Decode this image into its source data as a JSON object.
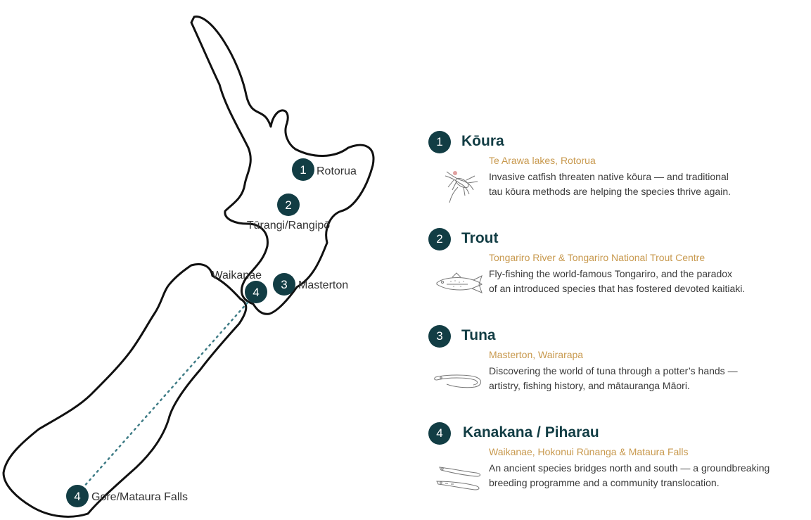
{
  "map": {
    "markers": [
      {
        "number": "1",
        "label": "Rotorua"
      },
      {
        "number": "2",
        "label": "Tūrangi/Rangipō"
      },
      {
        "number": "3",
        "label": "Masterton"
      },
      {
        "number": "4",
        "label": "Waikanae"
      },
      {
        "number": "4",
        "label": "Gore/Mataura Falls"
      }
    ]
  },
  "legend": [
    {
      "number": "1",
      "title": "Kōura",
      "subtitle": "Te Arawa lakes, Rotorua",
      "description_line1": "Invasive catfish threaten native kōura — and traditional",
      "description_line2": "tau kōura methods are helping the species thrive again.",
      "icon": "koura-crayfish-icon"
    },
    {
      "number": "2",
      "title": "Trout",
      "subtitle": "Tongariro River & Tongariro National Trout Centre",
      "description_line1": "Fly-fishing the world-famous Tongariro, and the paradox",
      "description_line2": "of an introduced species that has fostered devoted kaitiaki.",
      "icon": "trout-fish-icon"
    },
    {
      "number": "3",
      "title": "Tuna",
      "subtitle": "Masterton, Wairarapa",
      "description_line1": "Discovering the world of tuna through a potter’s hands —",
      "description_line2": "artistry, fishing history, and mātauranga Māori.",
      "icon": "tuna-eel-icon"
    },
    {
      "number": "4",
      "title": "Kanakana / Piharau",
      "subtitle": "Waikanae, Hokonui Rūnanga & Mataura Falls",
      "description_line1": "An ancient species bridges north and south — a groundbreaking",
      "description_line2": "breeding programme and a community translocation.",
      "icon": "lamprey-icon"
    }
  ],
  "colors": {
    "marker": "#123d44",
    "title": "#123d44",
    "subtitle": "#c8994e",
    "route": "#3f7c86",
    "outline": "#111111"
  }
}
